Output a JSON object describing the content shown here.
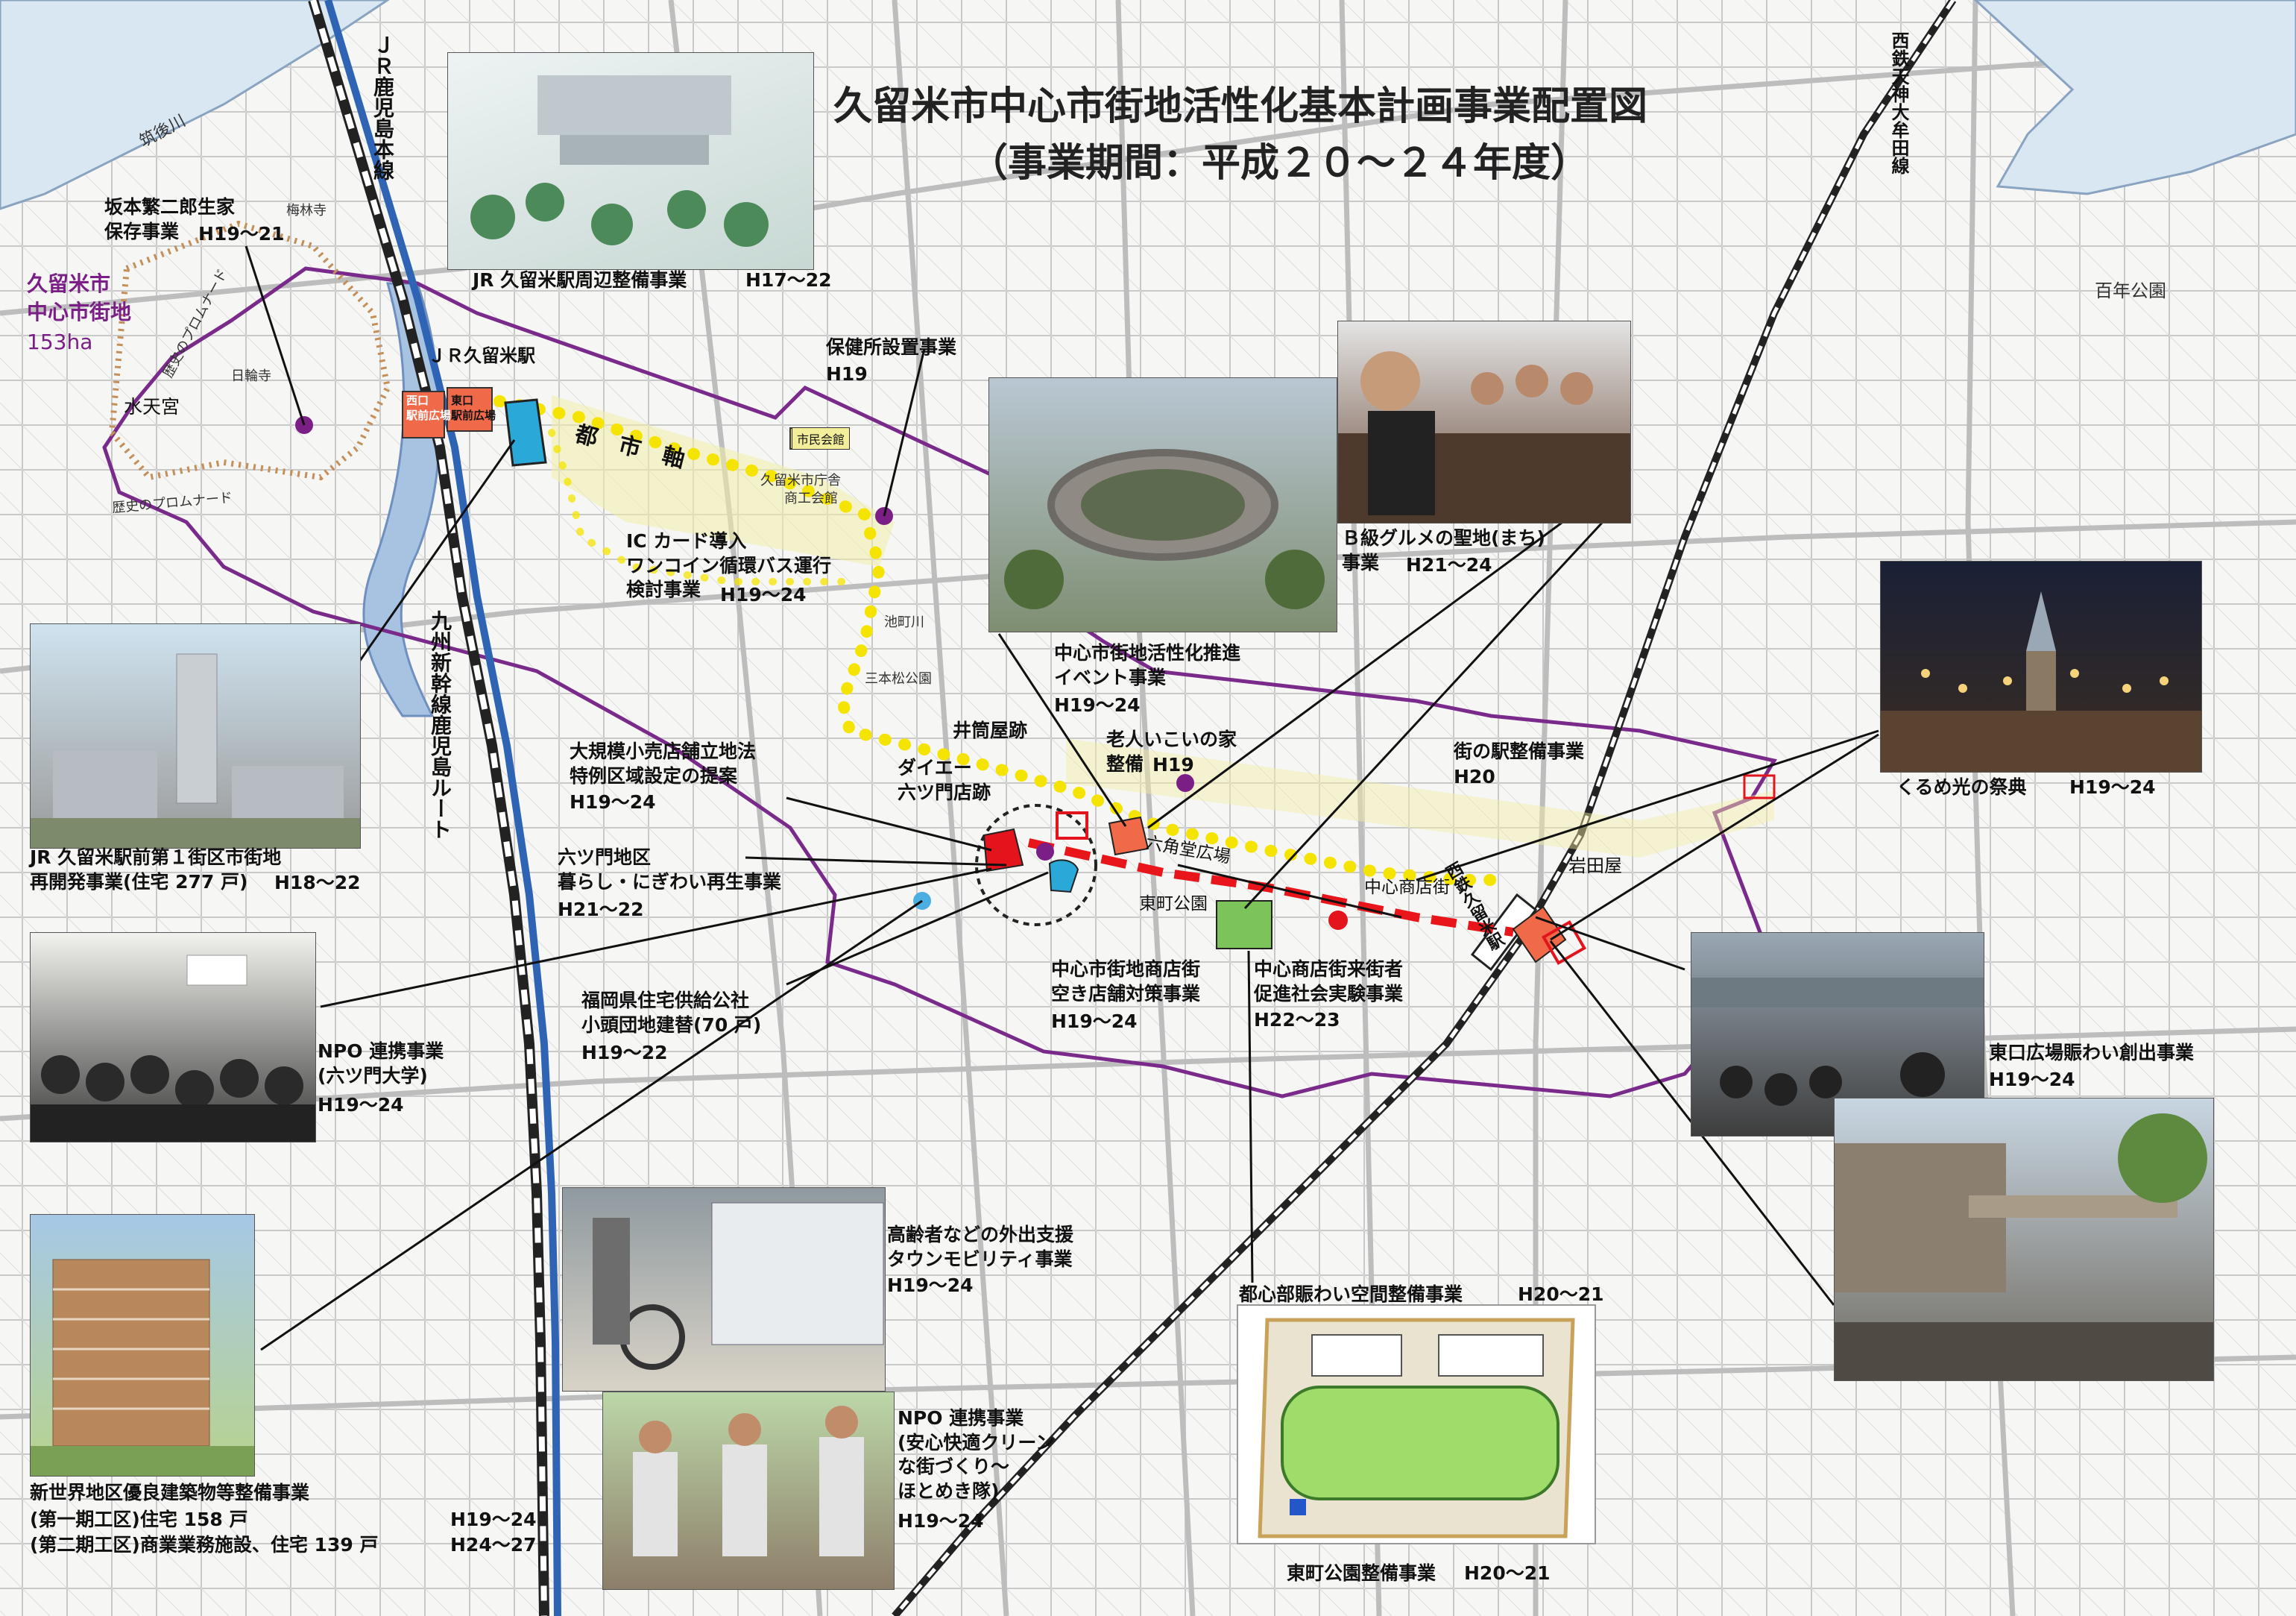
{
  "title": {
    "line1": "久留米市中心市街地活性化基本計画事業配置図",
    "line2": "（事業期間：平成２０～２４年度）"
  },
  "area": {
    "name": "久留米市\n中心市街地",
    "size": "153ha"
  },
  "rail": {
    "jr_kagoshima": "ＪＲ鹿児島本線",
    "shinkansen": "九州新幹線鹿児島ルート",
    "nishitetsu": "西鉄天神大牟田線",
    "jr_station": "ＪＲ久留米駅",
    "nishitetsu_station": "西鉄久留米駅",
    "east_exit_plaza": "東口\n駅前広場",
    "west_exit_plaza": "西口\n駅前広場"
  },
  "places": {
    "chikugo_river": "筑後川",
    "suitengu": "水天宮",
    "bairinji": "梅林寺",
    "nichirinji": "日輪寺",
    "toshi_jiku": "都　市　軸",
    "shiminkaikan": "市民会館",
    "city_hall": "久留米市庁舎",
    "commerce_hall": "商工会館",
    "ikemachi_river": "池町川",
    "sanbonmatsu_park": "三本松公園",
    "rokkakudo": "六角堂広場",
    "higashimachi_park": "東町公園",
    "chushin_shotengai": "中心商店街",
    "iwataya": "岩田屋",
    "daiei_rokutsumon": "ダイエー\n六ツ門店跡",
    "izutsuya": "井筒屋跡",
    "hyakunen_park": "百年公園",
    "rekishi_promenade1": "歴史のプロムナード",
    "rekishi_promenade2": "歴史のプロムナード"
  },
  "projects": {
    "sakamoto": {
      "name": "坂本繁二郎生家\n保存事業",
      "period": "H19～21"
    },
    "jr_station_area": {
      "name": "JR 久留米駅周辺整備事業",
      "period": "H17～22"
    },
    "health_center": {
      "name": "保健所設置事業",
      "period": "H19"
    },
    "ic_card": {
      "name": "IC カード導入\nワンコイン循環バス運行\n検討事業",
      "period": "H19～24"
    },
    "b_gourmet": {
      "name": "Ｂ級グルメの聖地(まち)\n事業",
      "period": "H21～24"
    },
    "event": {
      "name": "中心市街地活性化推進\nイベント事業",
      "period": "H19～24"
    },
    "elderly_house": {
      "name": "老人いこいの家\n整備",
      "period": "H19"
    },
    "large_store": {
      "name": "大規模小売店舗立地法\n特例区域設定の提案",
      "period": "H19～24"
    },
    "michi_eki": {
      "name": "街の駅整備事業",
      "period": "H20"
    },
    "hikari": {
      "name": "くるめ光の祭典",
      "period": "H19～24"
    },
    "jr_redevelop": {
      "name": "JR 久留米駅前第１街区市街地\n再開発事業(住宅 277 戸)",
      "period": "H18～22"
    },
    "rokutsumon": {
      "name": "六ツ門地区\n暮らし・にぎわい再生事業",
      "period": "H21～22"
    },
    "npo_daigaku": {
      "name": "NPO 連携事業\n(六ツ門大学)",
      "period": "H19～24"
    },
    "kenjutaku": {
      "name": "福岡県住宅供給公社\n小頭団地建替(70 戸)",
      "period": "H19～22"
    },
    "vacant_store": {
      "name": "中心市街地商店街\n空き店舗対策事業",
      "period": "H19～24"
    },
    "social_exp": {
      "name": "中心商店街来街者\n促進社会実験事業",
      "period": "H22～23"
    },
    "east_exit": {
      "name": "東口広場賑わい創出事業",
      "period": "H19～24"
    },
    "town_mobility": {
      "name": "高齢者などの外出支援\nタウンモビリティ事業",
      "period": "H19～24"
    },
    "toshinbu": {
      "name": "都心部賑わい空間整備事業",
      "period": "H20～21"
    },
    "npo_hotomeki": {
      "name": "NPO 連携事業\n(安心快適クリーン\nな街づくり～\nほとめき隊)",
      "period": "H19～24"
    },
    "shinsekai": {
      "name": "新世界地区優良建築物等整備事業",
      "rows": [
        {
          "label": "(第一期工区)住宅 158 戸",
          "period": "H19～24"
        },
        {
          "label": "(第二期工区)商業業務施設、住宅 139 戸",
          "period": "H24～27"
        }
      ]
    },
    "higashimachi_park_proj": {
      "name": "東町公園整備事業",
      "period": "H20～21"
    }
  },
  "colors": {
    "boundary": "#7a2a8a",
    "yellow_route": "#f3e600",
    "red_route": "#e8161b",
    "purple_dot": "#7b1f86",
    "salmon": "#f07050",
    "cyan": "#2aa8d8",
    "green": "#7cc35a",
    "red_block": "#e3141b"
  }
}
